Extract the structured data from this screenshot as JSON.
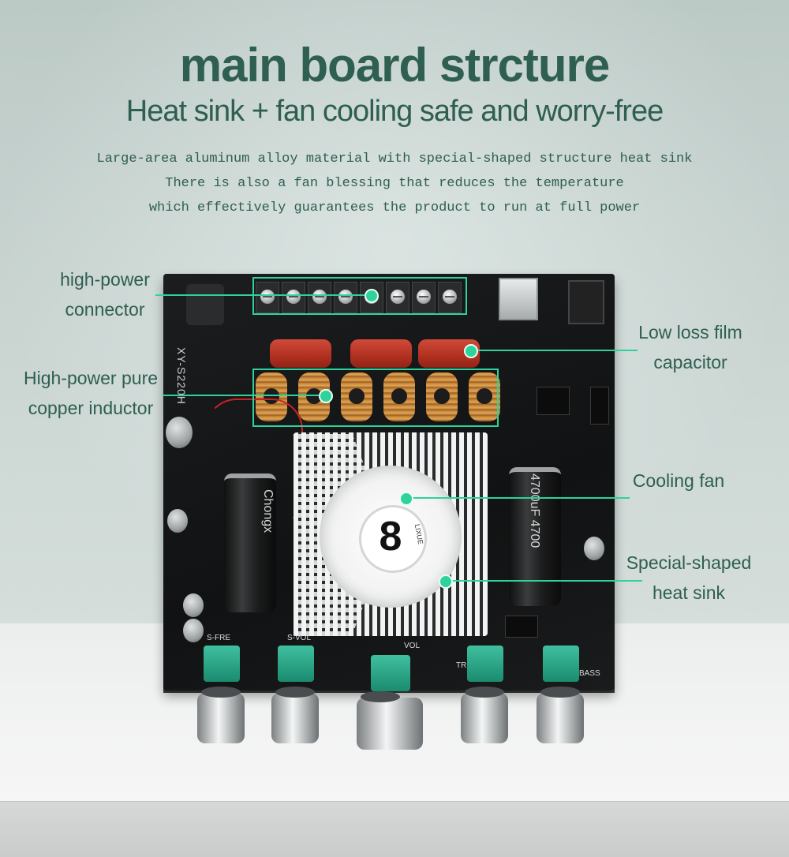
{
  "heading": {
    "title": "main board strcture",
    "subtitle": "Heat sink + fan cooling  safe and worry-free",
    "desc_lines": [
      "Large-area aluminum alloy material with special-shaped structure heat sink",
      "There is also a fan blessing that reduces the temperature",
      "which effectively guarantees the product to run at full power"
    ]
  },
  "callouts": {
    "connector": [
      "high-power",
      "connector"
    ],
    "inductor": [
      "High-power pure",
      "copper inductor"
    ],
    "capacitor": [
      "Low loss film",
      "capacitor"
    ],
    "fan": [
      "Cooling fan"
    ],
    "heatsink": [
      "Special-shaped",
      "heat sink"
    ]
  },
  "board": {
    "model": "XY-S220H",
    "knob_labels": [
      "S-FRE",
      "S-VOL",
      "VOL",
      "TRE",
      "BASS"
    ],
    "cap_text": "4700uF  4700",
    "cap_brand": "Chongx",
    "fan_brand": "LIXUE",
    "fan_logo": "8"
  },
  "colors": {
    "heading": "#2e5f50",
    "accent": "#2fd29a",
    "board": "#151617"
  }
}
